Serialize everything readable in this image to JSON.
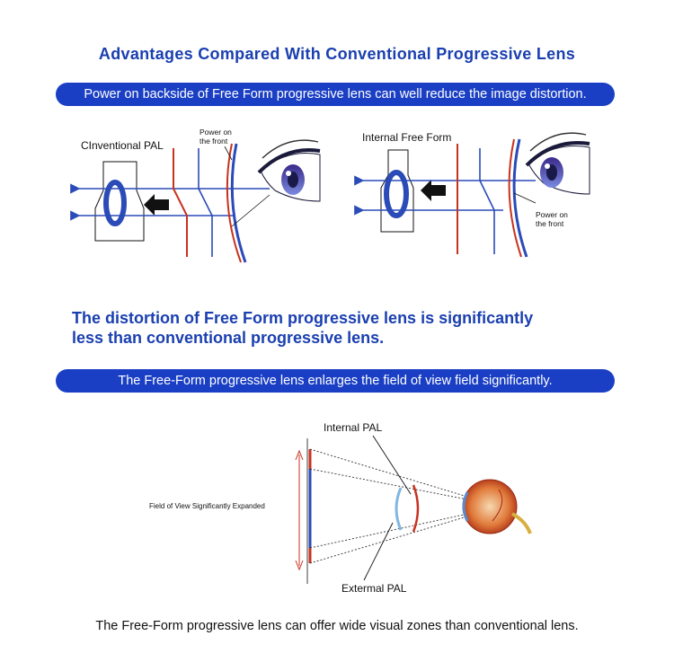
{
  "title": "Advantages Compared With Conventional Progressive Lens",
  "banner1": "Power on backside of Free Form progressive lens can well reduce the image distortion.",
  "diagram_left": {
    "label": "CInventional PAL",
    "power_label_line1": "Power on",
    "power_label_line2": "the front"
  },
  "diagram_right": {
    "label": "Internal Free Form",
    "power_label_line1": "Power on",
    "power_label_line2": "the front"
  },
  "headline_line1": "The distortion of Free Form progressive lens is significantly",
  "headline_line2": "less than conventional progressive lens.",
  "banner2": "The Free-Form progressive lens enlarges the field of view field significantly.",
  "fov_diagram": {
    "internal_label": "Internal PAL",
    "external_label": "Extermal PAL",
    "side_label": "Field of View Significantly Expanded"
  },
  "footer": "The Free-Form progressive lens can offer wide visual zones than conventional lens.",
  "colors": {
    "brand_blue": "#1a3fc4",
    "heading_blue": "#1a3fb0",
    "lens_red": "#c8321e",
    "ray_blue": "#2a4bb8",
    "lens_lightblue": "#7fb7e0"
  }
}
